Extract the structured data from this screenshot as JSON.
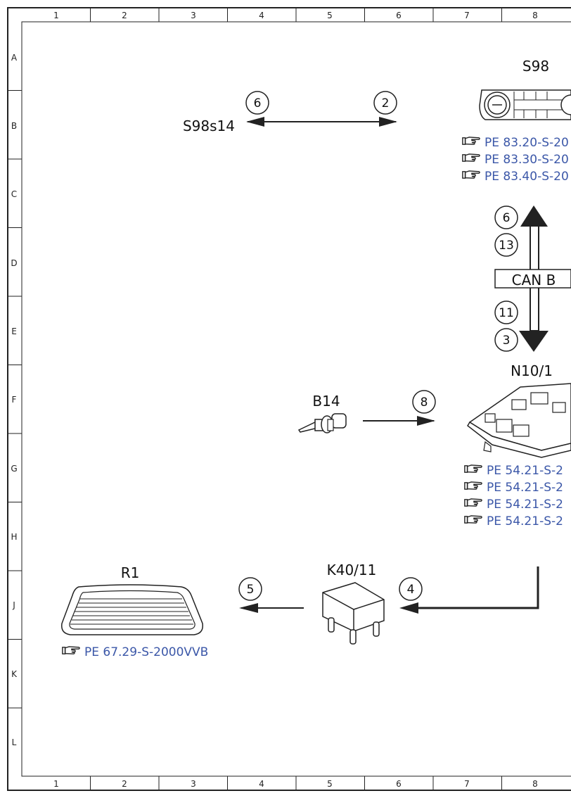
{
  "grid": {
    "columns": [
      "1",
      "2",
      "3",
      "4",
      "5",
      "6",
      "7",
      "8"
    ],
    "rows": [
      "A",
      "B",
      "C",
      "D",
      "E",
      "F",
      "G",
      "H",
      "J",
      "K",
      "L"
    ]
  },
  "components": {
    "s98": "S98",
    "s98s14": "S98s14",
    "n10_1": "N10/1",
    "b14": "B14",
    "k40_11": "K40/11",
    "r1": "R1"
  },
  "signals": {
    "s98s14_left": "6",
    "s98s14_right": "2",
    "can_up_top": "6",
    "can_up_bottom": "13",
    "can_down_top": "11",
    "can_down_bottom": "3",
    "b14_to_n10": "8",
    "to_k40": "4",
    "to_r1": "5"
  },
  "bus_label": "CAN B",
  "references": {
    "s98": [
      "PE 83.20-S-20",
      "PE 83.30-S-20",
      "PE 83.40-S-20"
    ],
    "n10_1": [
      "PE 54.21-S-2",
      "PE 54.21-S-2",
      "PE 54.21-S-2",
      "PE 54.21-S-2"
    ],
    "r1": [
      "PE 67.29-S-2000VVB"
    ]
  },
  "icons": {
    "reference": "pointing-hand-icon"
  },
  "colors": {
    "reference_text": "#3b57a8",
    "lines": "#222222"
  }
}
